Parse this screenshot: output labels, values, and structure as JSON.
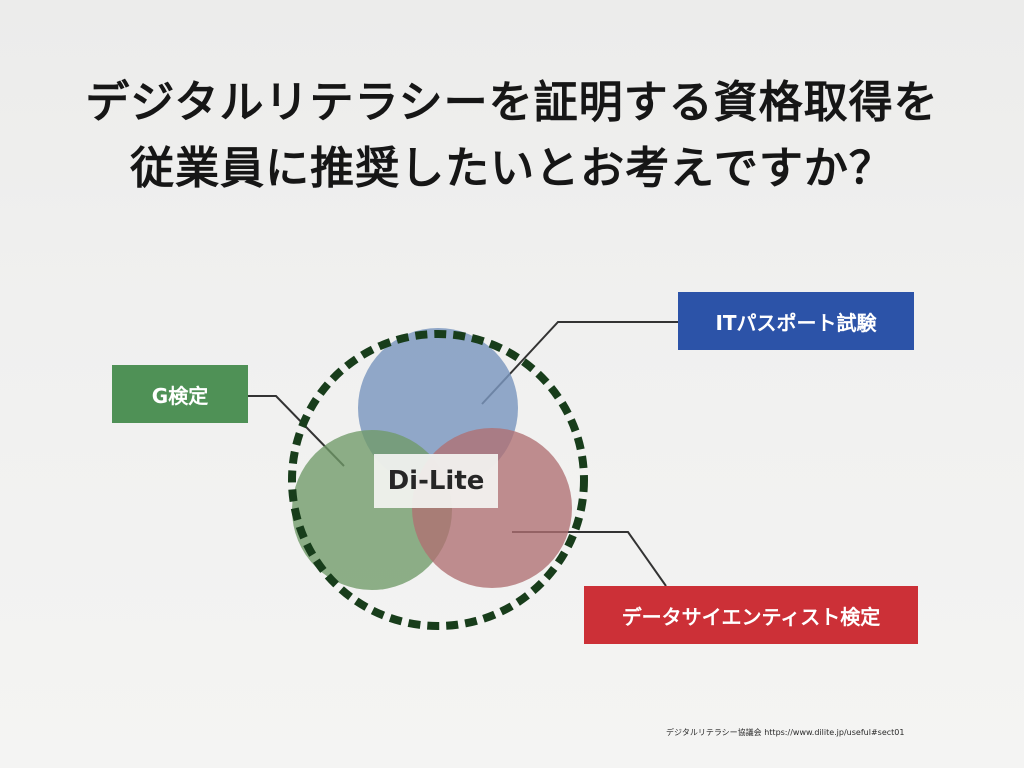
{
  "title": {
    "line1": "デジタルリテラシーを証明する資格取得を",
    "line2": "従業員に推奨したいとお考えですか？"
  },
  "diagram": {
    "center_label": "Di-Lite",
    "labels": {
      "g": "G検定",
      "it": "ITパスポート試験",
      "ds": "データサイエンティスト検定"
    },
    "colors": {
      "g_fill": "#6f9a68",
      "it_fill": "#7a96be",
      "ds_fill": "#b07072",
      "outline": "#183d1b",
      "g_box": "#4f9156",
      "it_box": "#2c53a8",
      "ds_box": "#cc3037"
    }
  },
  "footer": {
    "source": "デジタルリテラシー協議会  https://www.dilite.jp/useful#sect01"
  }
}
